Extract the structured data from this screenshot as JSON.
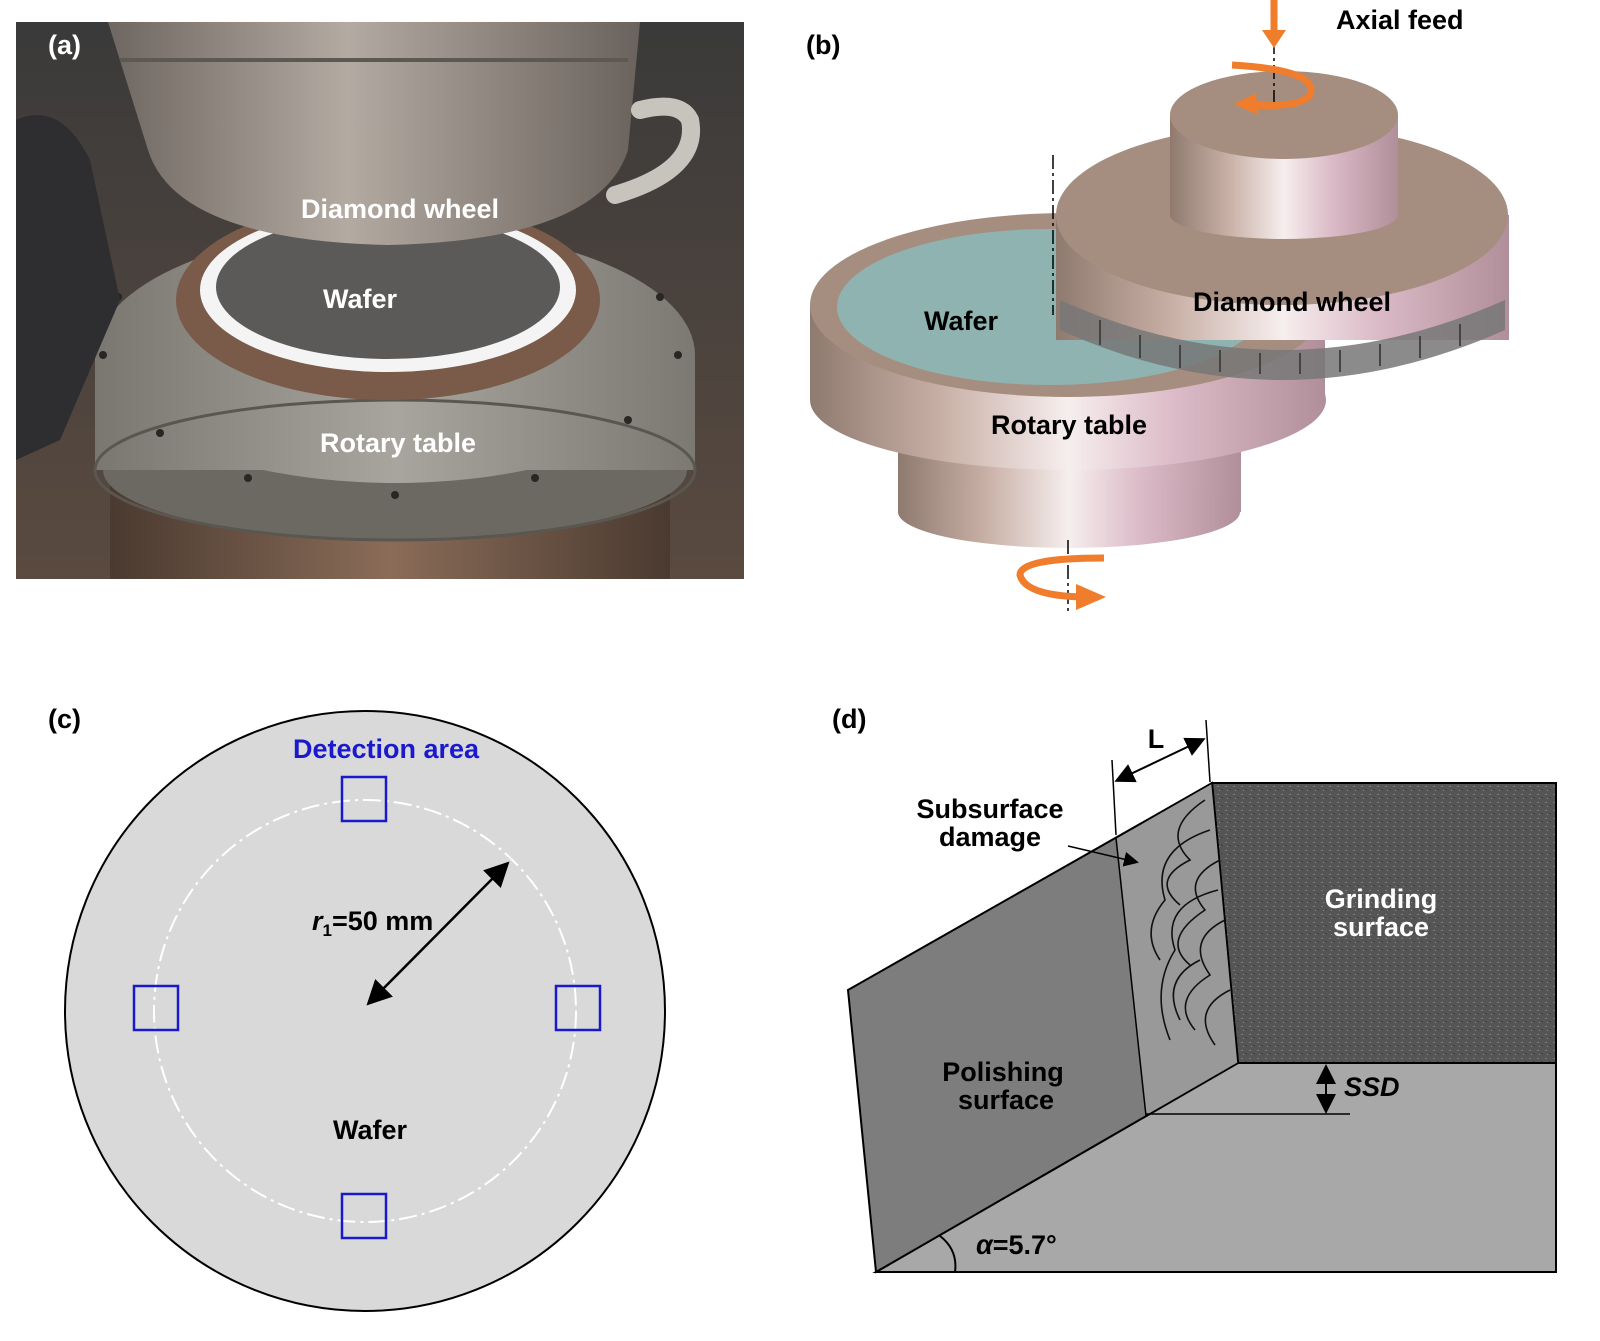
{
  "panels": {
    "a": {
      "tag": "(a)",
      "diamond_wheel": "Diamond wheel",
      "wafer": "Wafer",
      "rotary_table": "Rotary table"
    },
    "b": {
      "tag": "(b)",
      "axial_feed": "Axial feed",
      "wafer": "Wafer",
      "diamond_wheel": "Diamond wheel",
      "rotary_table": "Rotary table"
    },
    "c": {
      "tag": "(c)",
      "detection_area": "Detection area",
      "radius_symbol": "r",
      "radius_subscript": "1",
      "radius_value": "=50 mm",
      "wafer": "Wafer"
    },
    "d": {
      "tag": "(d)",
      "length_label": "L",
      "subsurface_line1": "Subsurface",
      "subsurface_line2": "damage",
      "grinding_line1": "Grinding",
      "grinding_line2": "surface",
      "polishing_line1": "Polishing",
      "polishing_line2": "surface",
      "ssd": "SSD",
      "angle_symbol": "α",
      "angle_value": "=5.7°"
    }
  },
  "colors": {
    "arrow_orange": "#ef7d2c",
    "detection_blue": "#1a1acc",
    "wafer_teal": "#8fb3b0",
    "cylinder_side": "#c7a9a4",
    "cylinder_top": "#a58e80",
    "disc_gray": "#d9d9d9"
  }
}
